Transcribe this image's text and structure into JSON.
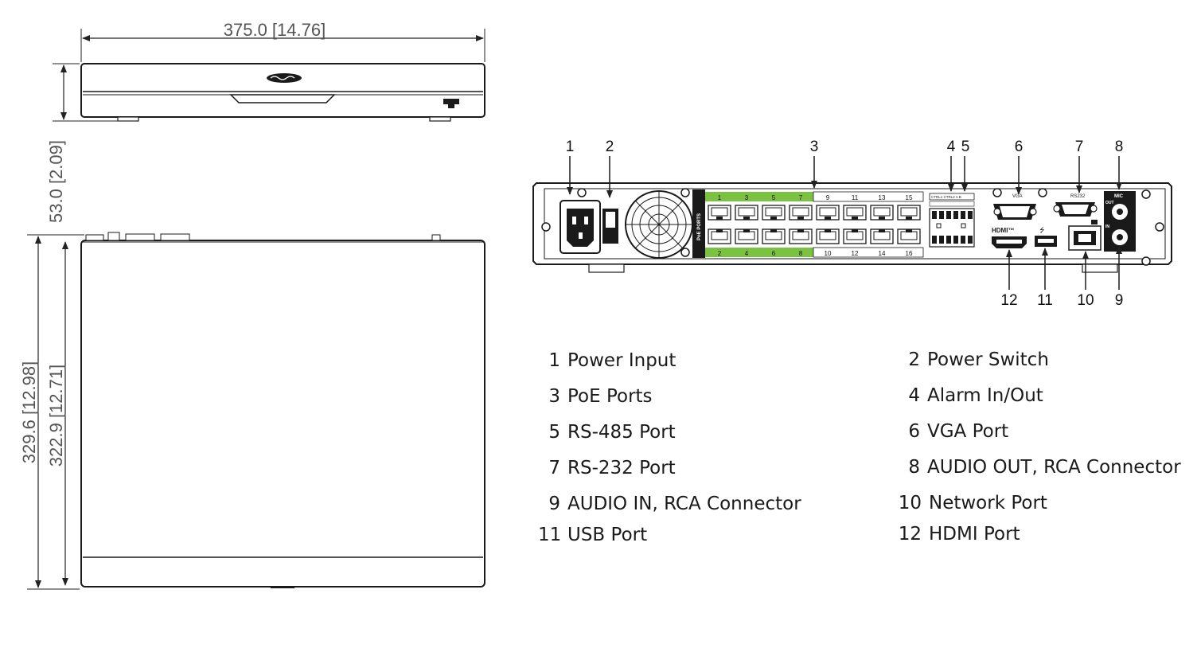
{
  "front_dims": {
    "width": "375.0 [14.76]",
    "height": "53.0 [2.09]"
  },
  "top_dims": {
    "depth_outer": "329.6 [12.98]",
    "depth_inner": "322.9 [12.71]"
  },
  "rear_labels": {
    "poe": "PoE PORTS",
    "vga": "VGA",
    "rs232": "RS232",
    "hdmi": "HDMI™",
    "mic": "MIC",
    "out": "OUT",
    "in": "IN",
    "alarm_header": "CTRL1 CTRL2 A B"
  },
  "poe_port_numbers_top": [
    "1",
    "3",
    "5",
    "7",
    "9",
    "11",
    "13",
    "15"
  ],
  "poe_port_numbers_bottom": [
    "2",
    "4",
    "6",
    "8",
    "10",
    "12",
    "14",
    "16"
  ],
  "callouts_top": [
    "1",
    "2",
    "3",
    "4",
    "5",
    "6",
    "7",
    "8"
  ],
  "callouts_bottom": [
    "12",
    "11",
    "10",
    "9"
  ],
  "legend": [
    {
      "num": "1",
      "label": "Power Input"
    },
    {
      "num": "2",
      "label": "Power Switch"
    },
    {
      "num": "3",
      "label": "PoE Ports"
    },
    {
      "num": "4",
      "label": "Alarm In/Out"
    },
    {
      "num": "5",
      "label": "RS-485 Port"
    },
    {
      "num": "6",
      "label": "VGA Port"
    },
    {
      "num": "7",
      "label": "RS-232 Port"
    },
    {
      "num": "8",
      "label": "AUDIO OUT, RCA Connector"
    },
    {
      "num": "9",
      "label": "AUDIO IN, RCA Connector"
    },
    {
      "num": "10",
      "label": "Network Port"
    },
    {
      "num": "11",
      "label": "USB Port"
    },
    {
      "num": "12",
      "label": "HDMI Port"
    }
  ],
  "colors": {
    "poe_green": "#7cc242",
    "line": "#1a1a1a",
    "dim_text": "#555555"
  }
}
